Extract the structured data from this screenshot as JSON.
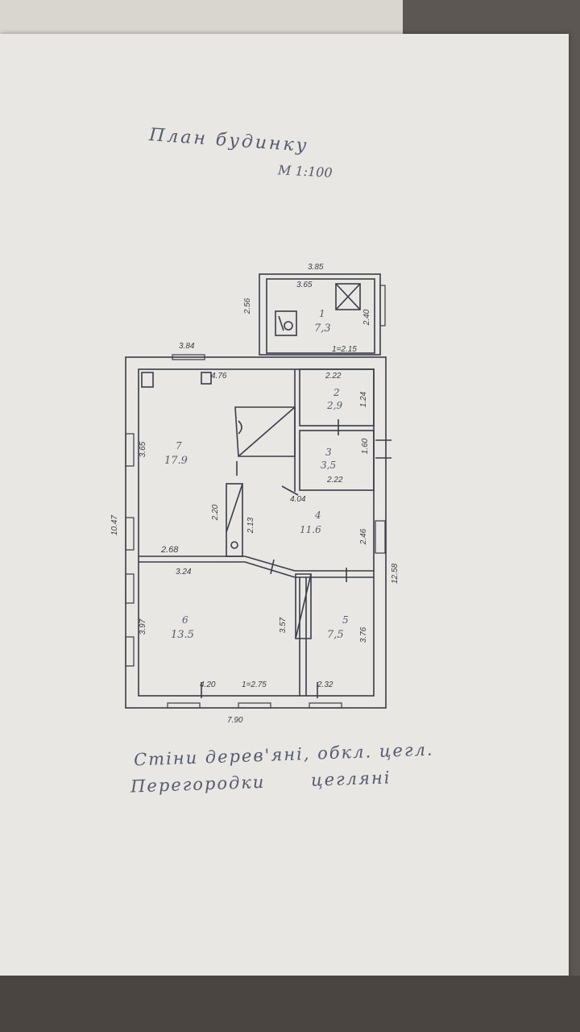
{
  "title": "План будинку",
  "scale": "М 1:100",
  "rooms": [
    {
      "number": "1",
      "area": "7,3"
    },
    {
      "number": "2",
      "area": "2,9"
    },
    {
      "number": "3",
      "area": "3,5"
    },
    {
      "number": "4",
      "area": "11.6"
    },
    {
      "number": "5",
      "area": "7,5"
    },
    {
      "number": "6",
      "area": "13.5"
    },
    {
      "number": "7",
      "area": "17.9"
    }
  ],
  "dimensions": {
    "annex_width_outer": "3.85",
    "annex_width_inner": "3.65",
    "annex_height_left": "2.56",
    "annex_height_right": "2.40",
    "annex_door": "1=2.15",
    "top_left": "3.84",
    "vent": "4.76",
    "room2_width": "2.22",
    "room2_height": "1.24",
    "room7_height": "3.65",
    "room3_height": "1.60",
    "room3_width": "2.22",
    "room4_top": "4.04",
    "overall_left": "10.47",
    "partition_a": "2.20",
    "partition_b": "2.13",
    "room4_height": "2.46",
    "overall_right": "12.58",
    "corridor": "2.68",
    "room6_top": "3.24",
    "room6_height": "3.97",
    "room6_inner_height": "3.57",
    "room5_height": "3.76",
    "bottom_a": "4.20",
    "bottom_b": "1=2.75",
    "bottom_c": "2.32",
    "overall_bottom": "7.90"
  },
  "notes": [
    "Стіни дерев'яні, обкл. цегл.",
    "Перегородки цегляні"
  ]
}
